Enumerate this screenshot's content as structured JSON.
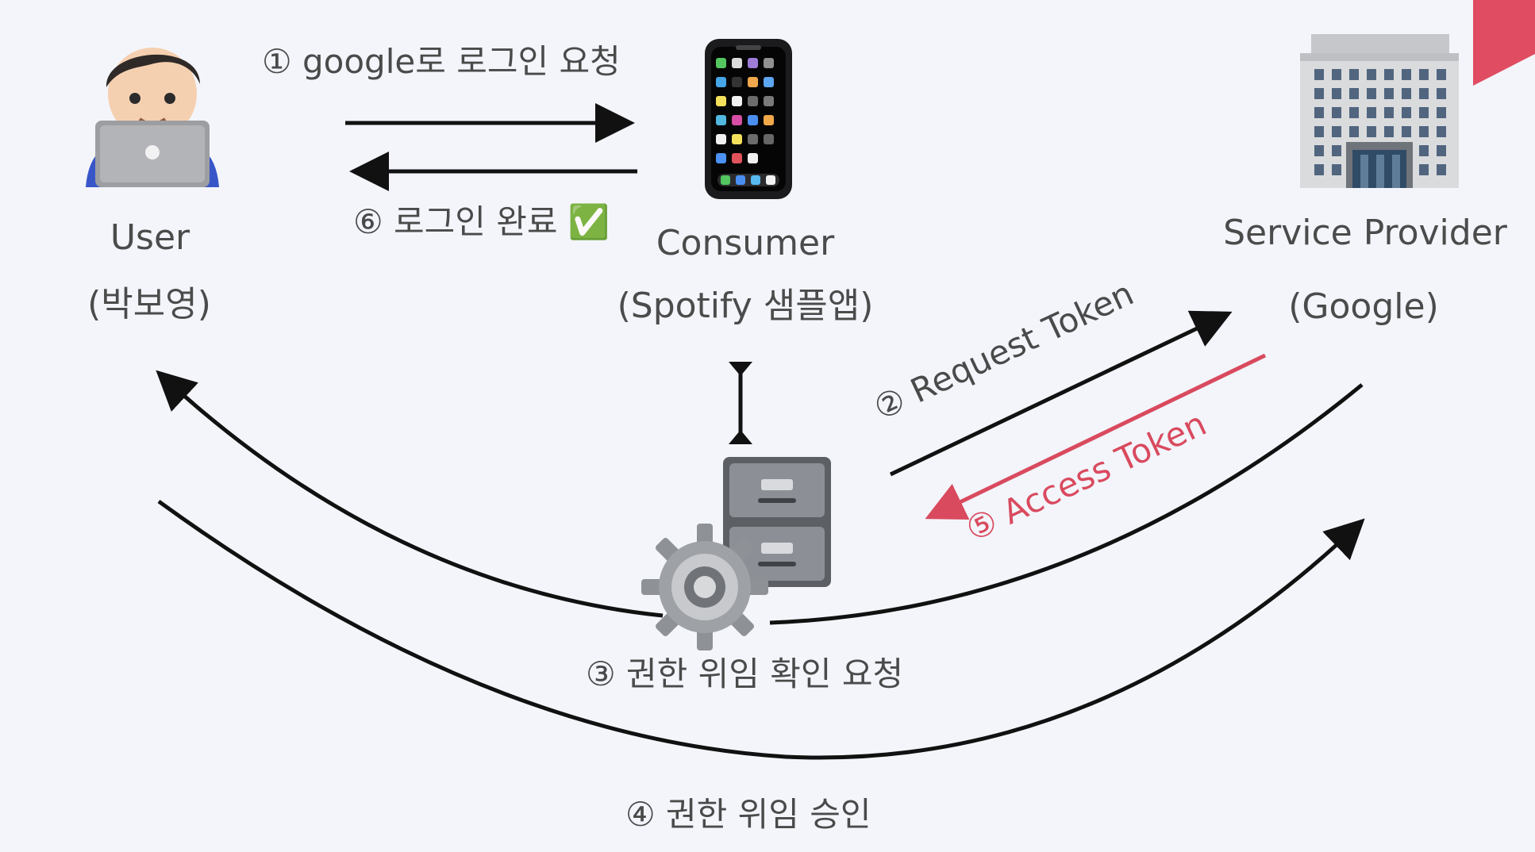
{
  "actors": {
    "user": {
      "name": "User",
      "sub": "(박보영)"
    },
    "consumer": {
      "name": "Consumer",
      "sub": "(Spotify 샘플앱)"
    },
    "provider": {
      "name": "Service Provider",
      "sub": "(Google)"
    }
  },
  "steps": {
    "step1": "① google로 로그인 요청",
    "step2": "② Request Token",
    "step3": "③ 권한 위임 확인 요청",
    "step4": "④ 권한 위임 승인",
    "step5": "⑤ Access Token",
    "step6": "⑥ 로그인 완료 ✅"
  },
  "icons": {
    "user": "person-with-laptop-icon",
    "consumer": "smartphone-icon",
    "provider": "office-building-icon",
    "storage": "file-cabinet-icon",
    "settings": "gear-icon"
  },
  "colors": {
    "background": "#f3f5fb",
    "text": "#4b4b4b",
    "arrow": "#111111",
    "access_token": "#d94a5e",
    "corner": "#e04c61"
  }
}
